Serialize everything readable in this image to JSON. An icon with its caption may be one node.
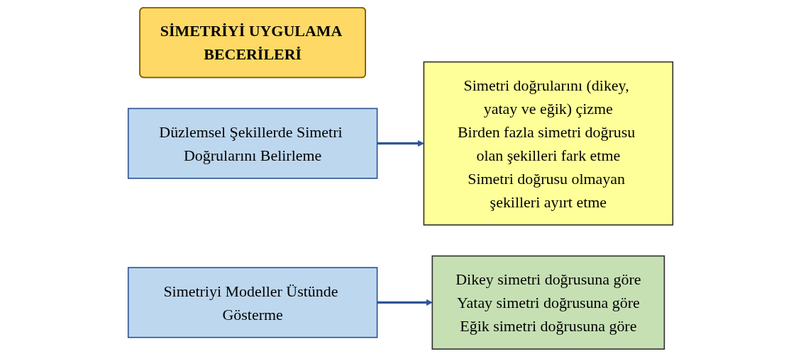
{
  "diagram": {
    "nodes": [
      {
        "text": [
          "SİMETRİYİ UYGULAMA BECERİLERİ"
        ]
      },
      {
        "text": [
          "Simetri doğrularını (dikey, yatay ve eğik) çizme",
          "Birden fazla simetri doğrusu olan şekilleri fark etme",
          "Simetri doğrusu olmayan şekilleri ayırt etme"
        ]
      },
      {
        "text": [
          "Düzlemsel Şekillerde Simetri Doğrularını Belirleme"
        ]
      },
      {
        "text": [
          "Simetriyi Modeller Üstünde Gösterme"
        ]
      },
      {
        "text": [
          "Dikey simetri doğrusuna göre",
          "Yatay simetri doğrusuna göre",
          "Eğik simetri doğrusuna göre"
        ]
      }
    ],
    "edges": [
      {
        "from": 2,
        "to": 1,
        "arrow": "to"
      },
      {
        "from": 3,
        "to": 4,
        "arrow": "to"
      }
    ]
  }
}
